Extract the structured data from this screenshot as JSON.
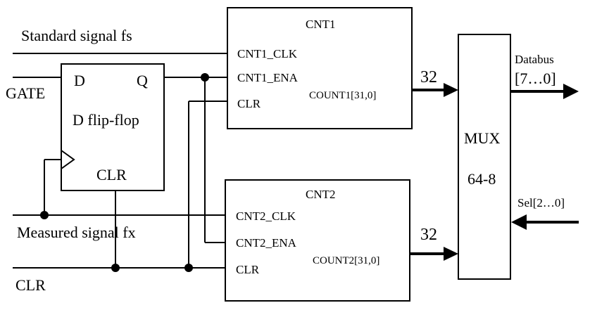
{
  "inputs": {
    "standard_signal": "Standard signal fs",
    "gate": "GATE",
    "measured_signal": "Measured signal fx",
    "clr": "CLR"
  },
  "dff": {
    "title": "D flip-flop",
    "pin_d": "D",
    "pin_q": "Q",
    "pin_clr": "CLR"
  },
  "cnt1": {
    "title": "CNT1",
    "pin_clk": "CNT1_CLK",
    "pin_ena": "CNT1_ENA",
    "pin_clr": "CLR",
    "out": "COUNT1[31,0]",
    "bus_width": "32"
  },
  "cnt2": {
    "title": "CNT2",
    "pin_clk": "CNT2_CLK",
    "pin_ena": "CNT2_ENA",
    "pin_clr": "CLR",
    "out": "COUNT2[31,0]",
    "bus_width": "32"
  },
  "mux": {
    "title": "MUX",
    "subtitle": "64-8"
  },
  "outputs": {
    "databus": "Databus",
    "databus_range": "[7…0]",
    "sel": "Sel[2…0]"
  }
}
